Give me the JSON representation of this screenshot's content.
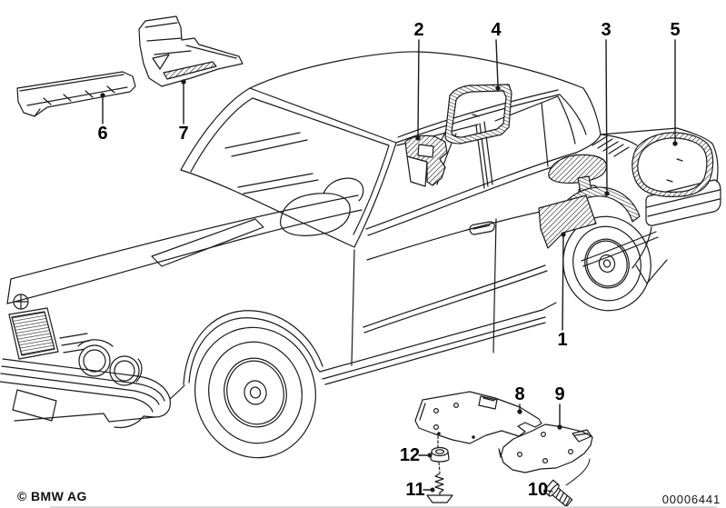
{
  "footer": {
    "copyright": "© BMW AG",
    "drawing_number": "00006441"
  },
  "callouts": [
    {
      "label": "1"
    },
    {
      "label": "2"
    },
    {
      "label": "3"
    },
    {
      "label": "4"
    },
    {
      "label": "5"
    },
    {
      "label": "6"
    },
    {
      "label": "7"
    },
    {
      "label": "8"
    },
    {
      "label": "9"
    },
    {
      "label": "10"
    },
    {
      "label": "11"
    },
    {
      "label": "12"
    }
  ],
  "colors": {
    "line": "#1a1a1a",
    "background": "#ffffff",
    "label_text": "#000000"
  }
}
